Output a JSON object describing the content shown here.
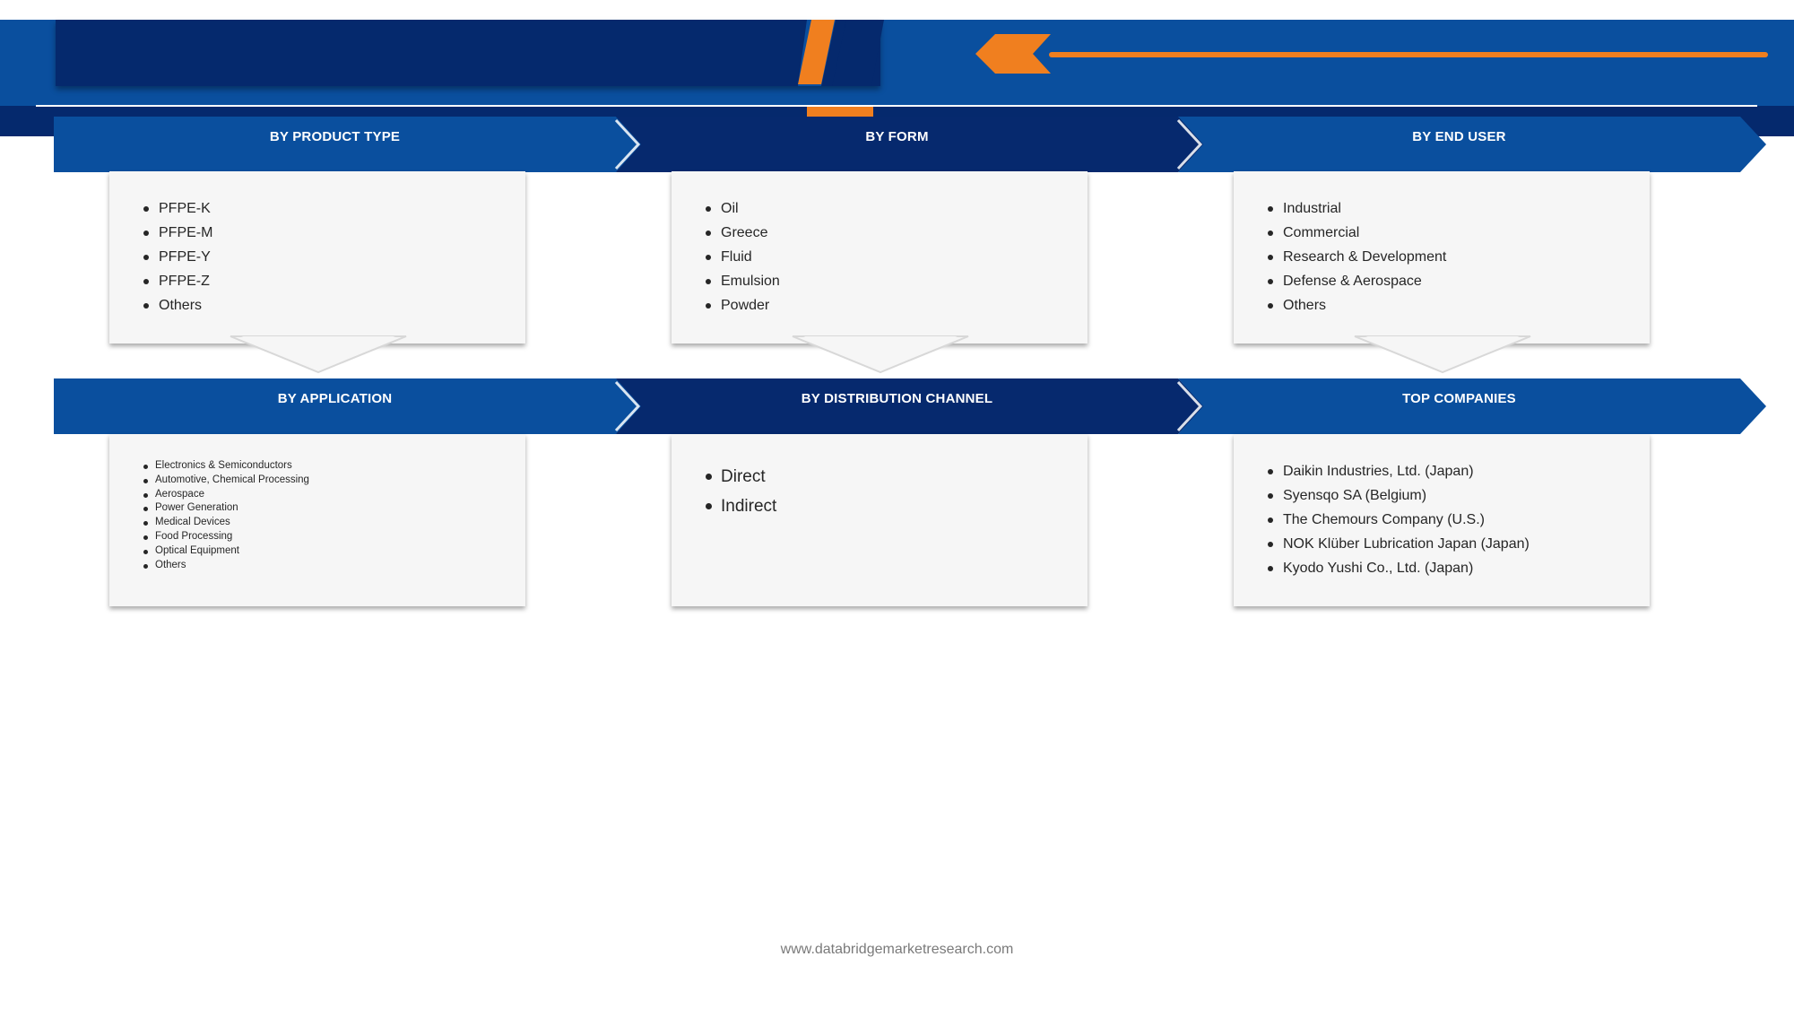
{
  "colors": {
    "header_blue": "#0a4f9e",
    "dark_navy": "#05296d",
    "ribbon_blue": "#0a4f9e",
    "ribbon_navy": "#06296e",
    "accent_orange": "#f07f1f",
    "card_bg": "#f6f6f6"
  },
  "segments": [
    {
      "title": "BY PRODUCT TYPE",
      "items": [
        "PFPE-K",
        "PFPE-M",
        "PFPE-Y",
        "PFPE-Z",
        "Others"
      ]
    },
    {
      "title": "BY FORM",
      "items": [
        "Oil",
        "Greece",
        "Fluid",
        "Emulsion",
        "Powder"
      ]
    },
    {
      "title": "BY END USER",
      "items": [
        "Industrial",
        "Commercial",
        "Research & Development",
        "Defense & Aerospace",
        "Others"
      ]
    },
    {
      "title": "BY APPLICATION",
      "items": [
        "Electronics & Semiconductors",
        "Automotive, Chemical Processing",
        "Aerospace",
        "Power Generation",
        "Medical Devices",
        "Food Processing",
        "Optical Equipment",
        "Others"
      ]
    },
    {
      "title": "BY DISTRIBUTION CHANNEL",
      "items": [
        "Direct",
        "Indirect"
      ]
    },
    {
      "title": "TOP COMPANIES",
      "items": [
        "Daikin Industries, Ltd. (Japan)",
        "Syensqo SA (Belgium)",
        "The Chemours Company (U.S.)",
        "NOK Klüber Lubrication Japan (Japan)",
        "Kyodo Yushi Co., Ltd. (Japan)"
      ]
    }
  ],
  "footer": {
    "website": "www.databridgemarketresearch.com"
  }
}
